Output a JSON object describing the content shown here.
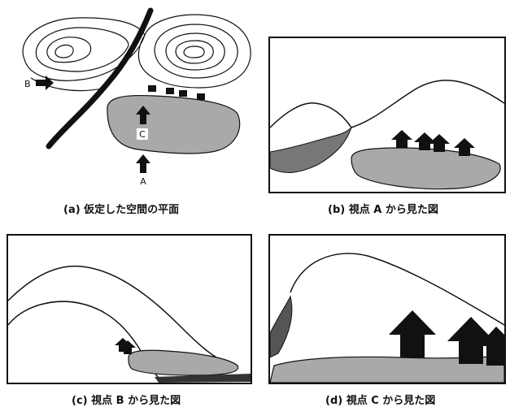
{
  "panels": {
    "a": {
      "caption": "(a) 仮定した空間の平面",
      "label_b": "B",
      "label_c": "C",
      "label_a": "A"
    },
    "b": {
      "caption": "(b) 視点 A から見た図"
    },
    "c": {
      "caption": "(c) 視点 B から見た図"
    },
    "d": {
      "caption": "(d) 視点 C から見た図"
    }
  },
  "colors": {
    "ink": "#111111",
    "pond": "#a9a9a9",
    "paper": "#ffffff"
  }
}
